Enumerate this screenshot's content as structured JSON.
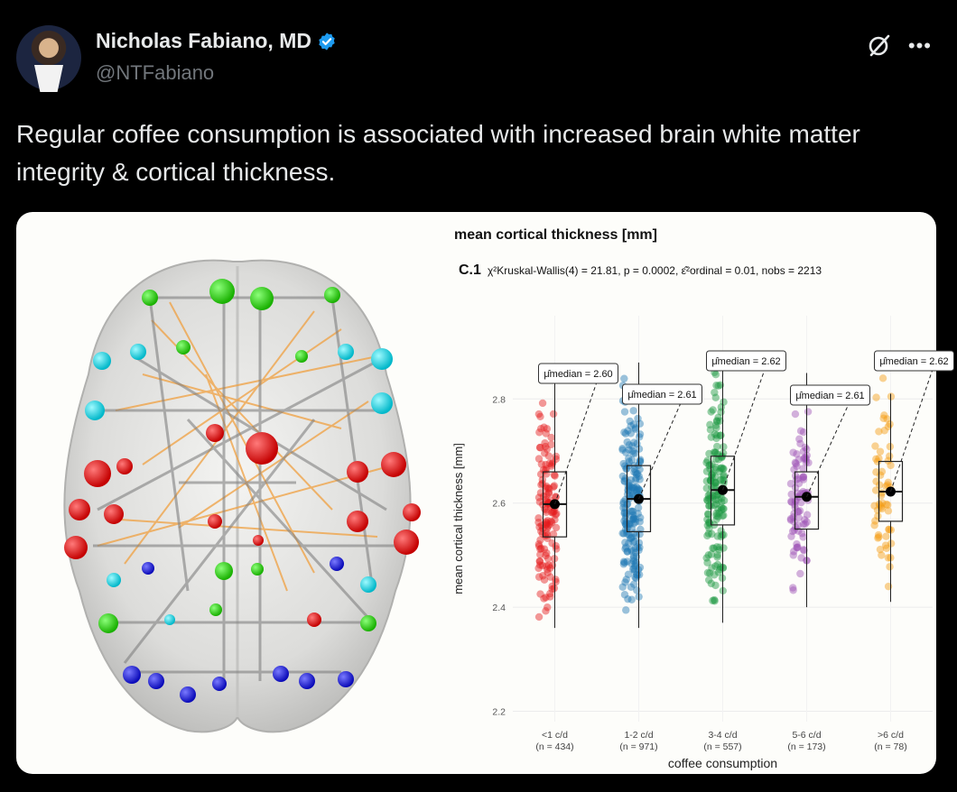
{
  "tweet": {
    "author_name": "Nicholas Fabiano, MD",
    "handle": "@NTFabiano",
    "text": "Regular coffee consumption is associated with increased brain white matter integrity & cortical thickness."
  },
  "icons": {
    "verified": "verified-badge-icon",
    "grok": "grok-icon",
    "more": "more-icon"
  },
  "colors": {
    "verified": "#1d9bf0",
    "series": [
      "#e41a1c",
      "#1f78b4",
      "#1a9641",
      "#9e53b5",
      "#f39c12"
    ]
  },
  "chart_data": {
    "type": "box",
    "title": "mean cortical thickness [mm]",
    "panel_label": "C.1",
    "subtitle": "χ²Kruskal-Wallis(4) = 21.81, p = 0.0002, ε̂²ordinal = 0.01, nobs = 2213",
    "xlabel": "coffee consumption",
    "ylabel": "mean cortical thickness [mm]",
    "ylim": [
      2.18,
      2.96
    ],
    "yticks": [
      "2.2",
      "2.4",
      "2.6",
      "2.8"
    ],
    "categories": [
      "<1 c/d",
      "1-2 c/d",
      "3-4 c/d",
      "5-6 c/d",
      ">6 c/d"
    ],
    "counts": [
      "(n = 434)",
      "(n = 971)",
      "(n = 557)",
      "(n = 173)",
      "(n = 78)"
    ],
    "median_labels": [
      "μ̂median = 2.60",
      "μ̂median = 2.61",
      "μ̂median = 2.62",
      "μ̂median = 2.61",
      "μ̂median = 2.62"
    ],
    "medians": [
      2.6,
      2.61,
      2.62,
      2.61,
      2.62
    ],
    "box": [
      {
        "q1": 2.535,
        "median": 2.598,
        "q3": 2.66,
        "whisker_low": 2.36,
        "whisker_high": 2.86
      },
      {
        "q1": 2.545,
        "median": 2.608,
        "q3": 2.672,
        "whisker_low": 2.36,
        "whisker_high": 2.87
      },
      {
        "q1": 2.558,
        "median": 2.625,
        "q3": 2.69,
        "whisker_low": 2.37,
        "whisker_high": 2.88
      },
      {
        "q1": 2.55,
        "median": 2.612,
        "q3": 2.66,
        "whisker_low": 2.4,
        "whisker_high": 2.85
      },
      {
        "q1": 2.565,
        "median": 2.622,
        "q3": 2.68,
        "whisker_low": 2.41,
        "whisker_high": 2.81
      }
    ],
    "grid": true
  }
}
